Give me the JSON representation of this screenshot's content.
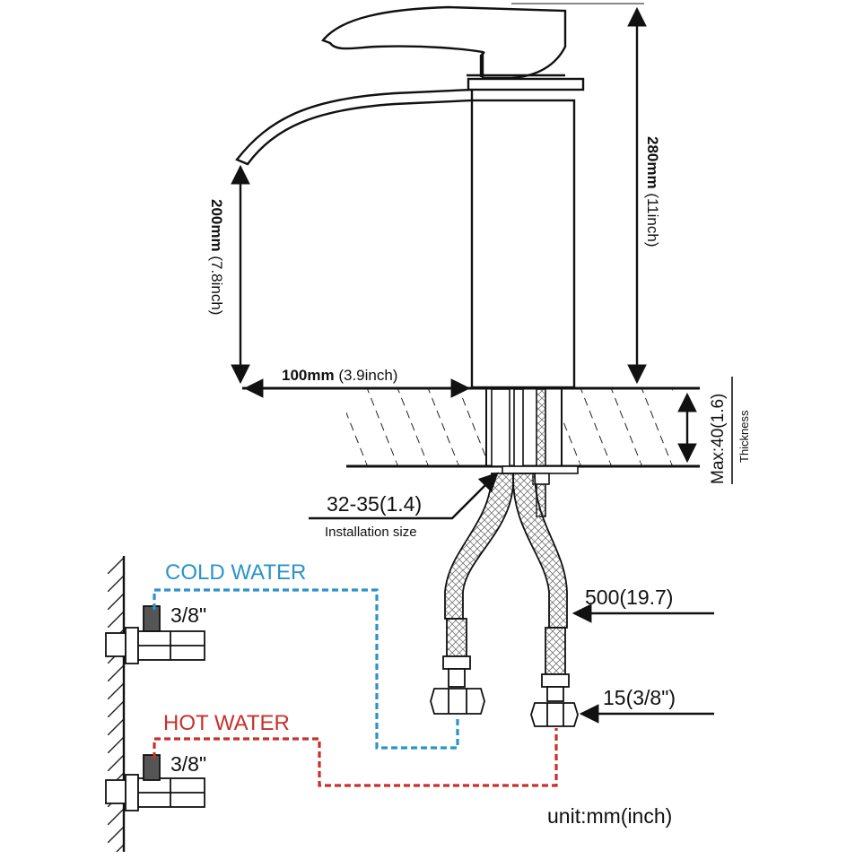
{
  "labels": {
    "height_spout_bold": "200mm",
    "height_spout_inch": " (7.8inch)",
    "height_total_bold": "280mm",
    "height_total_inch": " (11inch)",
    "reach_bold": "100mm",
    "reach_inch": " (3.9inch)",
    "thickness_value": "Max:40(1.6)",
    "thickness_word": "Thickness",
    "install_size": "32-35(1.4)",
    "install_caption": "Installation size",
    "cold_water": "COLD WATER",
    "hot_water": "HOT WATER",
    "valve_size_cold": "3/8\"",
    "valve_size_hot": "3/8\"",
    "hose_length": "500(19.7)",
    "nut_size": "15(3/8\")",
    "unit": "unit:mm(inch)"
  },
  "colors": {
    "cold": "#2b93c9",
    "hot": "#c8302b",
    "line": "#111111"
  }
}
